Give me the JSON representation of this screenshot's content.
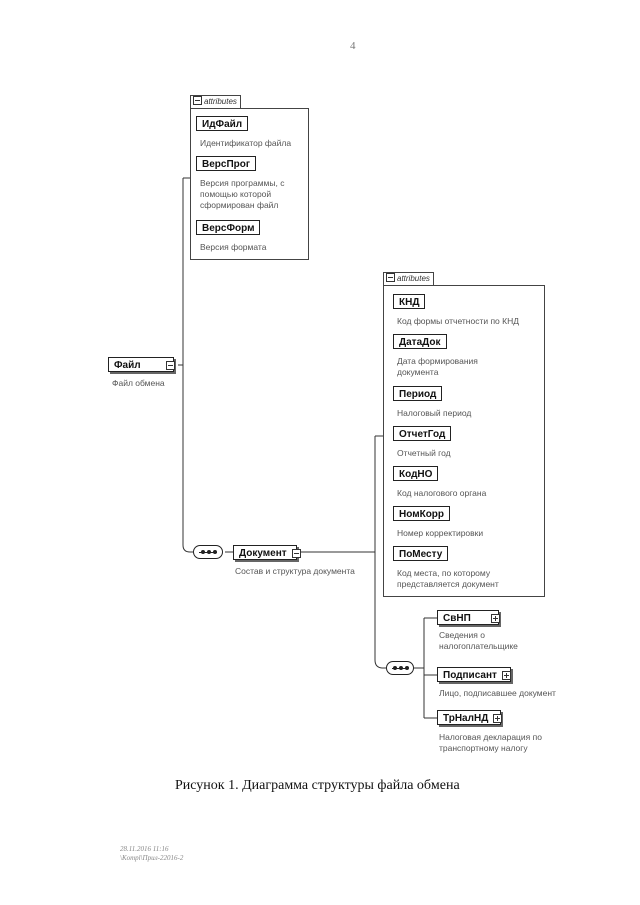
{
  "page_number": "4",
  "root": {
    "name": "Файл",
    "desc": "Файл обмена"
  },
  "file_attributes": {
    "tab": "attributes",
    "items": [
      {
        "name": "ИдФайл",
        "desc": [
          "Идентификатор файла"
        ]
      },
      {
        "name": "ВерсПрог",
        "desc": [
          "Версия программы, с",
          "помощью которой",
          "сформирован файл"
        ]
      },
      {
        "name": "ВерсФорм",
        "desc": [
          "Версия формата"
        ]
      }
    ]
  },
  "document": {
    "name": "Документ",
    "desc": "Состав и структура документа"
  },
  "doc_attributes": {
    "tab": "attributes",
    "items": [
      {
        "name": "КНД",
        "desc": [
          "Код формы отчетности по КНД"
        ]
      },
      {
        "name": "ДатаДок",
        "desc": [
          "Дата формирования",
          "документа"
        ]
      },
      {
        "name": "Период",
        "desc": [
          "Налоговый период"
        ]
      },
      {
        "name": "ОтчетГод",
        "desc": [
          "Отчетный год"
        ]
      },
      {
        "name": "КодНО",
        "desc": [
          "Код налогового органа"
        ]
      },
      {
        "name": "НомКорр",
        "desc": [
          "Номер корректировки"
        ]
      },
      {
        "name": "ПоМесту",
        "desc": [
          "Код места, по которому",
          "представляется документ"
        ]
      }
    ]
  },
  "doc_children": [
    {
      "name": "СвНП",
      "desc": [
        "Сведения о",
        "налогоплательщике"
      ]
    },
    {
      "name": "Подписант",
      "desc": [
        "Лицо, подписавшее документ"
      ]
    },
    {
      "name": "ТрНалНД",
      "desc": [
        "Налоговая декларация по",
        "транспортному налогу"
      ]
    }
  ],
  "caption": "Рисунок 1. Диаграмма структуры файла обмена",
  "footer_stamp": [
    "28.11.2016 11:16",
    "\\Kompl\\Прил-22016-2"
  ]
}
